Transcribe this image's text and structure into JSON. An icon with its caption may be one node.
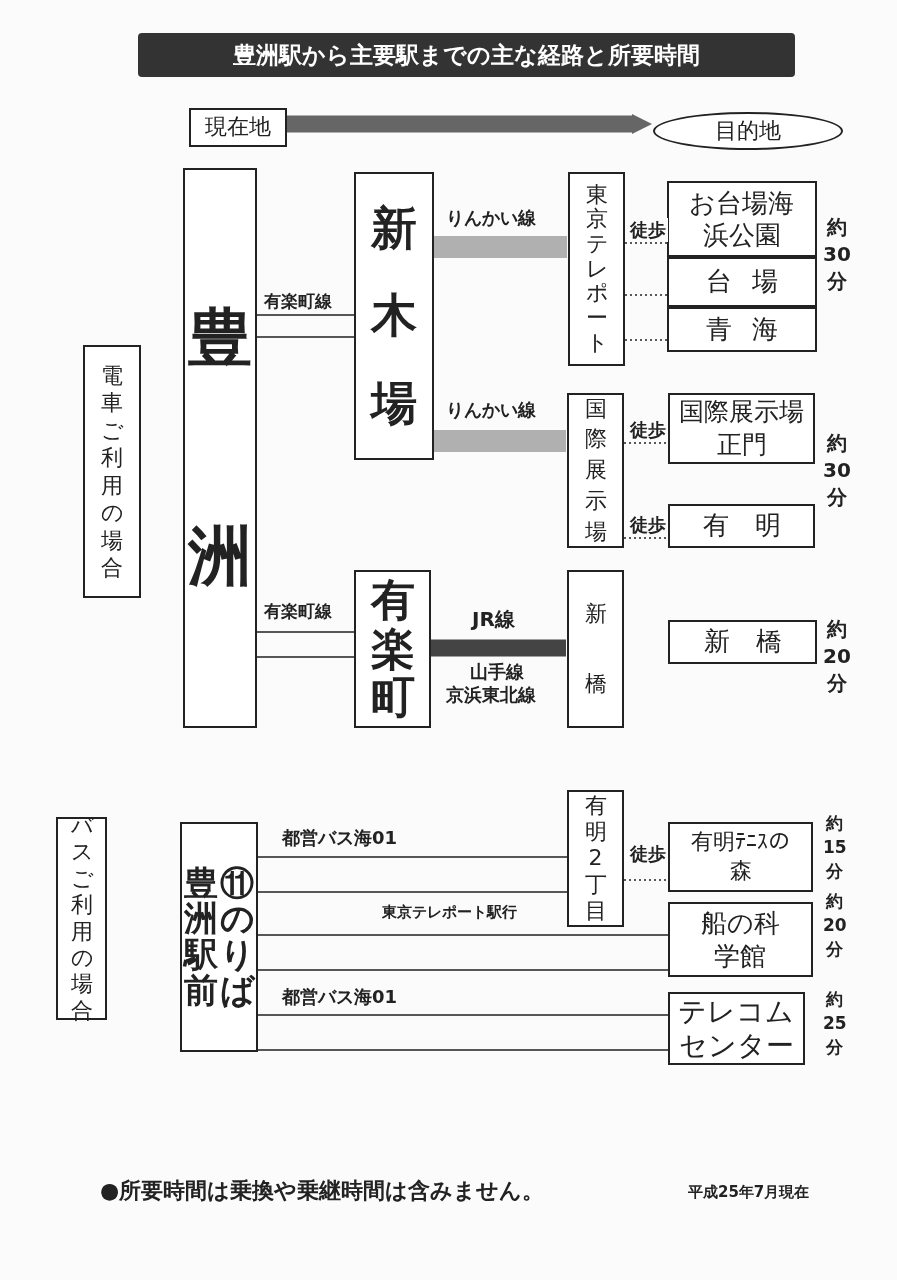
{
  "diagram": {
    "title": "豊洲駅から主要駅までの主な経路と所要時間",
    "nodes": [
      {
        "text": [
          "現在地"
        ]
      },
      {
        "text": [
          "目的地"
        ]
      },
      {
        "text": [
          "電車ご利用の場合"
        ]
      },
      {
        "text": [
          "豊洲"
        ]
      },
      {
        "text": [
          "新木場"
        ]
      },
      {
        "text": [
          "有楽町"
        ]
      },
      {
        "text": [
          "東京テレポート"
        ]
      },
      {
        "text": [
          "国際展示場"
        ]
      },
      {
        "text": [
          "新橋"
        ]
      },
      {
        "text": [
          "お台場海浜公園"
        ]
      },
      {
        "text": [
          "台場"
        ]
      },
      {
        "text": [
          "青海"
        ]
      },
      {
        "text": [
          "国際展示場正門"
        ]
      },
      {
        "text": [
          "有明"
        ]
      },
      {
        "text": [
          "新橋"
        ],
        "beside": [
          "約20分"
        ]
      },
      {
        "text": [
          "バスご利用の場合"
        ]
      },
      {
        "text": [
          "豊洲駅前",
          "⑪のりば"
        ]
      },
      {
        "text": [
          "有明2丁目"
        ]
      },
      {
        "text": [
          "有明ﾃﾆｽの森"
        ]
      },
      {
        "text": [
          "船の科学館"
        ]
      },
      {
        "text": [
          "テレコムセンター"
        ]
      }
    ],
    "edges": [
      {
        "from": 0,
        "to": 1,
        "arrow": "to",
        "style": "thick",
        "color": "#666666"
      },
      {
        "from": 3,
        "to": 4,
        "arrow": "none",
        "label": "有楽町線"
      },
      {
        "from": 4,
        "to": 6,
        "arrow": "none",
        "label": "りんかい線",
        "style": "thick",
        "color": "#b0b0b0"
      },
      {
        "from": 4,
        "to": 7,
        "arrow": "none",
        "label": "りんかい線",
        "style": "thick",
        "color": "#b0b0b0"
      },
      {
        "from": 6,
        "to": 9,
        "arrow": "none",
        "label": "徒歩",
        "style": "dashed"
      },
      {
        "from": 6,
        "to": 10,
        "arrow": "none",
        "style": "dashed"
      },
      {
        "from": 6,
        "to": 11,
        "arrow": "none",
        "style": "dashed"
      },
      {
        "from": 7,
        "to": 12,
        "arrow": "none",
        "label": "徒歩",
        "style": "dashed"
      },
      {
        "from": 7,
        "to": 13,
        "arrow": "none",
        "label": "徒歩",
        "style": "dashed"
      },
      {
        "from": 3,
        "to": 5,
        "arrow": "none",
        "label": "有楽町線"
      },
      {
        "from": 5,
        "to": 8,
        "arrow": "none",
        "label": "JR線",
        "style": "thick",
        "color": "#444444"
      },
      {
        "from": 16,
        "to": 17,
        "arrow": "none",
        "label": "都営バス海01"
      },
      {
        "from": 17,
        "to": 18,
        "arrow": "none",
        "label": "徒歩",
        "style": "dashed"
      },
      {
        "from": 16,
        "to": 19,
        "arrow": "none",
        "label": "東京テレポート駅行"
      },
      {
        "from": 16,
        "to": 20,
        "arrow": "none",
        "label": "都営バス海01"
      }
    ],
    "labels": [
      "約30分",
      "約30分",
      "山手線",
      "京浜東北線",
      "約15分",
      "約20分",
      "約25分",
      "●所要時間は乗換や乗継時間は含みません。",
      "平成25年7月現在"
    ]
  }
}
